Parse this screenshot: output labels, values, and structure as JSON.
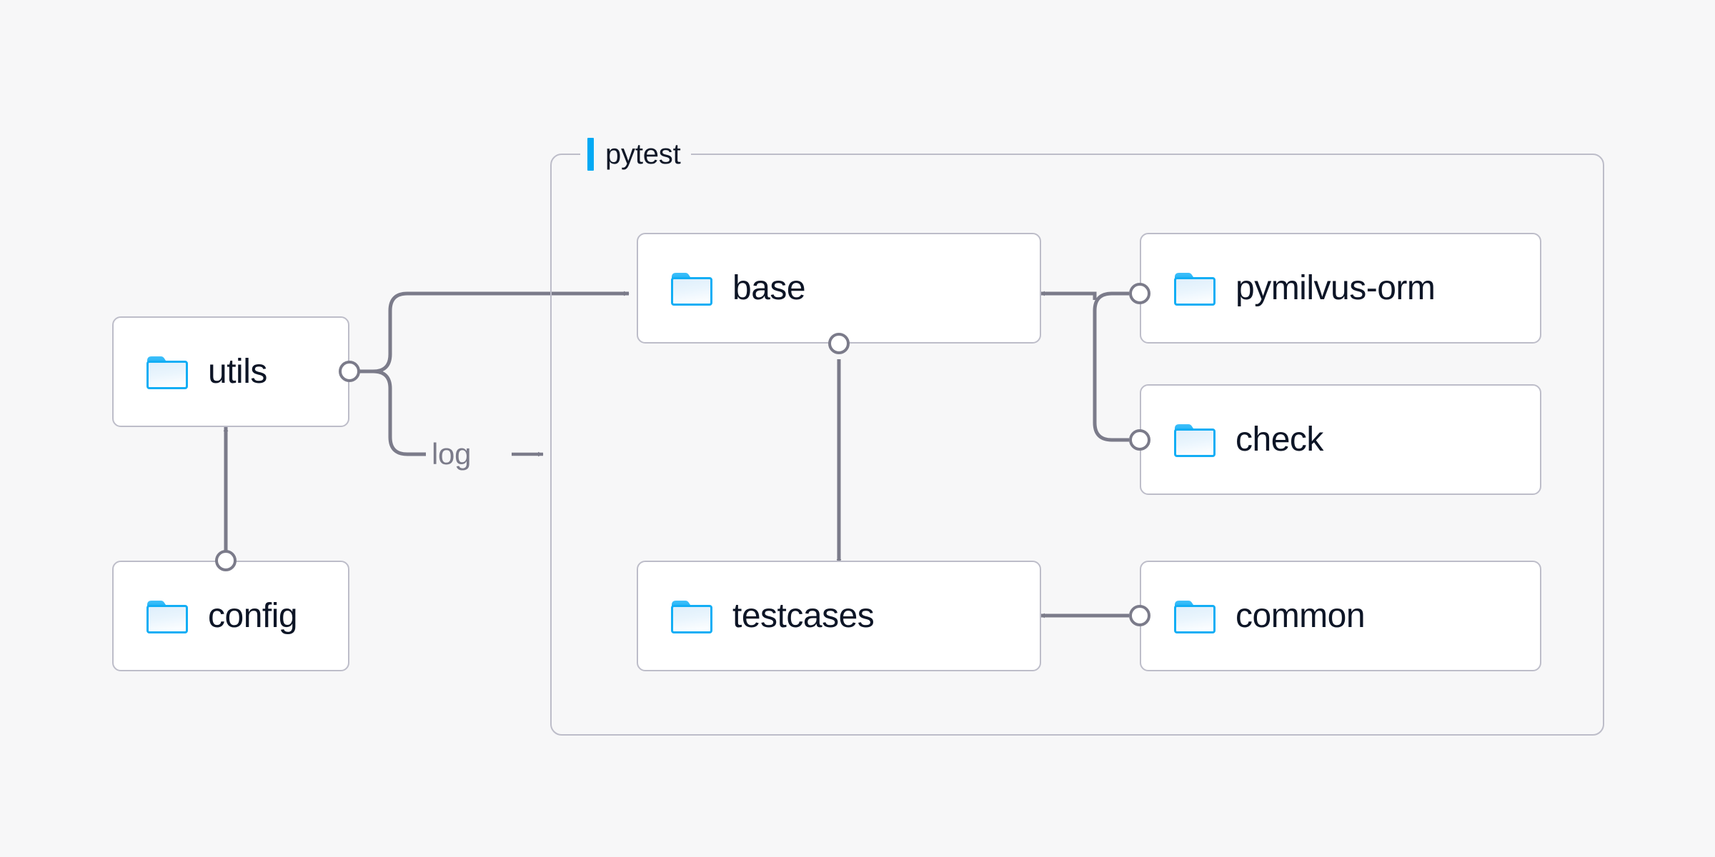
{
  "diagram": {
    "title_group": "pytest",
    "background": "#f7f7f8",
    "accent": "#03a9f4",
    "node_border": "#bdbdc9",
    "wire_color": "#7b7b8a",
    "text_color": "#0d1526",
    "muted_text": "#7b7b8a"
  },
  "group": {
    "label": "pytest",
    "bar_icon": "vertical-bar-icon"
  },
  "nodes": [
    {
      "id": "utils",
      "label": "utils",
      "icon": "folder-icon"
    },
    {
      "id": "config",
      "label": "config",
      "icon": "folder-icon"
    },
    {
      "id": "base",
      "label": "base",
      "icon": "folder-icon"
    },
    {
      "id": "testcases",
      "label": "testcases",
      "icon": "folder-icon"
    },
    {
      "id": "pymilvus-orm",
      "label": "pymilvus-orm",
      "icon": "folder-icon"
    },
    {
      "id": "check",
      "label": "check",
      "icon": "folder-icon"
    },
    {
      "id": "common",
      "label": "common",
      "icon": "folder-icon"
    }
  ],
  "edges": [
    {
      "from": "utils",
      "to": "base",
      "label": ""
    },
    {
      "from": "utils",
      "to": "pytest",
      "label": "log"
    },
    {
      "from": "config",
      "to": "utils",
      "label": ""
    },
    {
      "from": "base",
      "to": "testcases",
      "label": ""
    },
    {
      "from": "pymilvus-orm",
      "to": "base",
      "label": ""
    },
    {
      "from": "check",
      "to": "base",
      "label": ""
    },
    {
      "from": "common",
      "to": "testcases",
      "label": ""
    }
  ],
  "edge_labels": {
    "log": "log"
  }
}
